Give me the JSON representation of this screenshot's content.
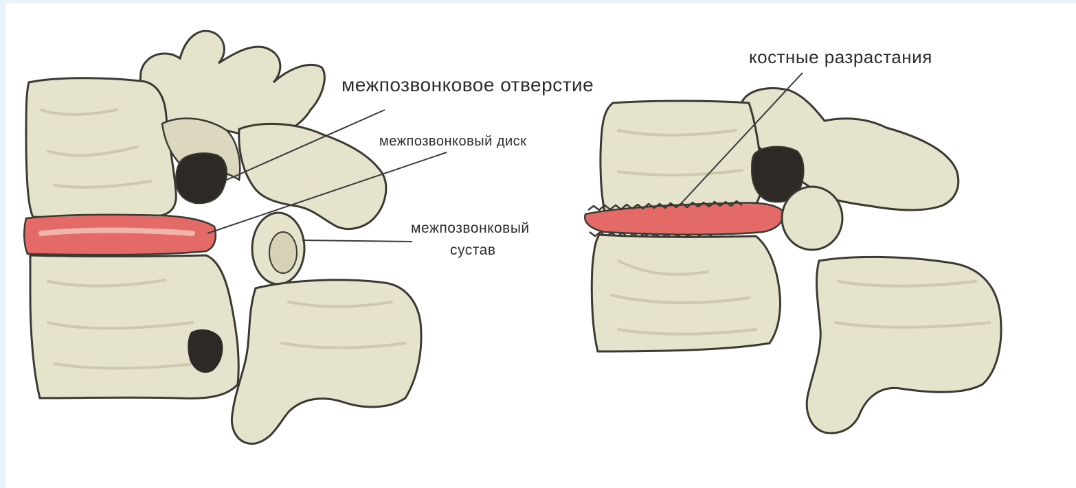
{
  "labels": {
    "intervertebral_foramen": "межпозвонковое отверстие",
    "intervertebral_disc": "межпозвонковый диск",
    "facet_joint_line1": "межпозвонковый",
    "facet_joint_line2": "сустав",
    "bone_growths": "костные разрастания"
  },
  "colors": {
    "bone": "#e6e3cc",
    "bone_shadow": "#cdc9ad",
    "outline": "#3b3a32",
    "disc": "#e36a67",
    "disc_highlight": "#f2b3aa",
    "foramen": "#2d2a25",
    "leader_line": "#3a3a3a",
    "label_text": "#2b2b2b",
    "frame_edge": "#e9f3fb"
  }
}
